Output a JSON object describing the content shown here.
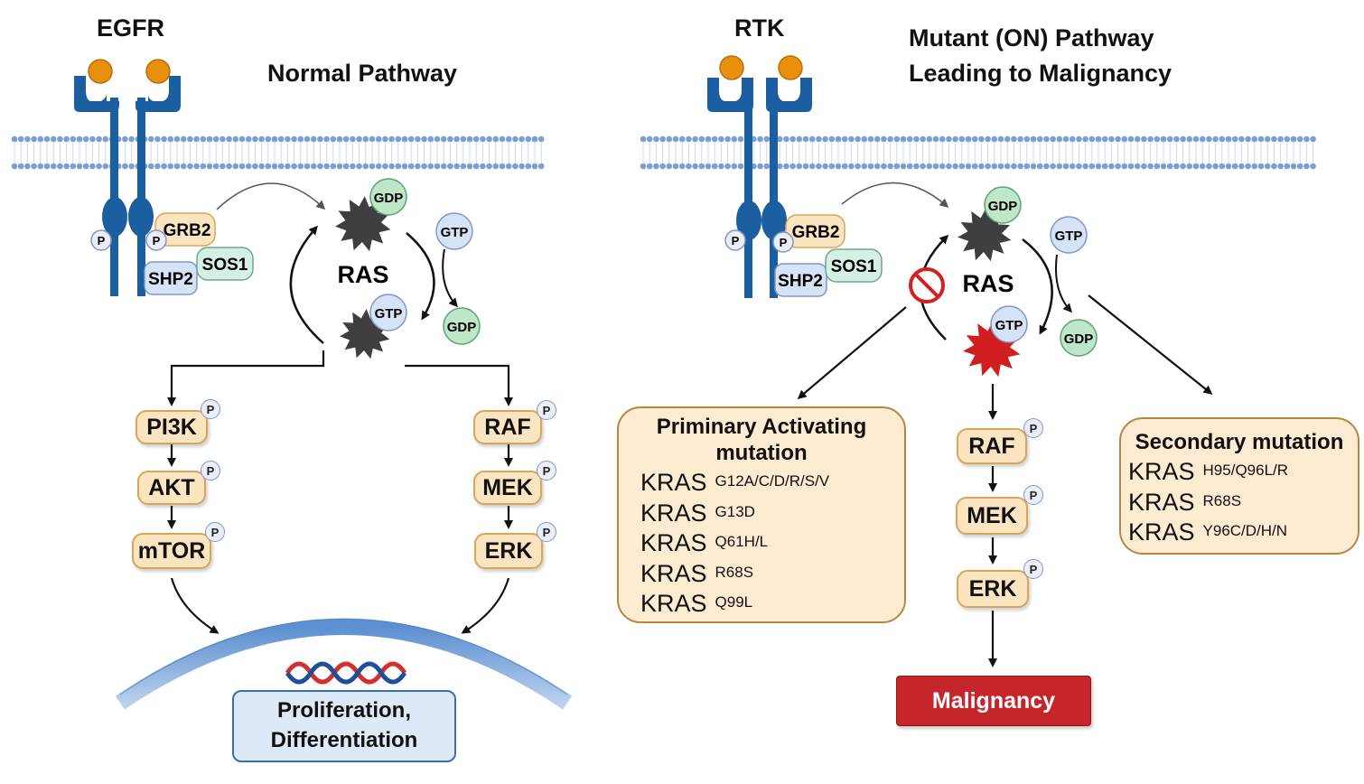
{
  "left": {
    "receptor_label": "EGFR",
    "title": "Normal Pathway",
    "adaptors": {
      "grb2": "GRB2",
      "sos1": "SOS1",
      "shp2": "SHP2",
      "phospho": "P"
    },
    "ras_label": "RAS",
    "gdp": "GDP",
    "gtp": "GTP",
    "pi3k_branch": [
      "PI3K",
      "AKT",
      "mTOR"
    ],
    "raf_branch": [
      "RAF",
      "MEK",
      "ERK"
    ],
    "outcome": {
      "line1": "Proliferation,",
      "line2": "Differentiation"
    }
  },
  "right": {
    "receptor_label": "RTK",
    "title_line1": "Mutant (ON) Pathway",
    "title_line2": "Leading to Malignancy",
    "adaptors": {
      "grb2": "GRB2",
      "sos1": "SOS1",
      "shp2": "SHP2",
      "phospho": "P"
    },
    "ras_label": "RAS",
    "gdp": "GDP",
    "gtp": "GTP",
    "cascade": [
      "RAF",
      "MEK",
      "ERK"
    ],
    "outcome": "Malignancy",
    "primary": {
      "title_line1": "Priminary Activating",
      "title_line2": "mutation",
      "entries": [
        {
          "gene": "KRAS",
          "variant": "G12A/C/D/R/S/V"
        },
        {
          "gene": "KRAS",
          "variant": "G13D"
        },
        {
          "gene": "KRAS",
          "variant": "Q61H/L"
        },
        {
          "gene": "KRAS",
          "variant": "R68S"
        },
        {
          "gene": "KRAS",
          "variant": "Q99L"
        }
      ]
    },
    "secondary": {
      "title": "Secondary mutation",
      "entries": [
        {
          "gene": "KRAS",
          "variant": "H95/Q96L/R"
        },
        {
          "gene": "KRAS",
          "variant": "R68S"
        },
        {
          "gene": "KRAS",
          "variant": "Y96C/D/H/N"
        }
      ]
    }
  },
  "colors": {
    "receptor_blue": "#1c5fa1",
    "ligand_orange": "#e8900e",
    "membrane_blue": "#7b9fd1",
    "ras_inactive": "#3f3f3f",
    "ras_mutant": "#d11f1f",
    "gdp_green": "#bfe6c8",
    "gtp_blue": "#d6e2f5",
    "kinase_fill": "#fbe4c0",
    "kinase_border": "#d9a55a",
    "malignancy_red": "#c6262b",
    "nucleus_blue": "#4a7fc1"
  },
  "icons": [
    "ligand-icon",
    "receptor-icon",
    "membrane-icon",
    "ras-protein-icon",
    "dna-helix-icon",
    "inhibition-icon",
    "arrow-icon"
  ]
}
